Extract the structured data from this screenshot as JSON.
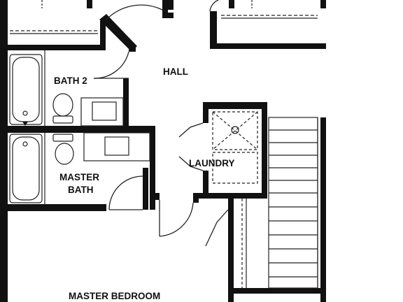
{
  "rooms": {
    "hall": "HALL",
    "bath2": "BATH 2",
    "laundry": "LAUNDRY",
    "master_bath_line1": "MASTER",
    "master_bath_line2": "BATH",
    "master_bedroom": "MASTER BEDROOM"
  },
  "colors": {
    "wall": "#111111",
    "fixture_line": "#222222",
    "background": "#ffffff"
  }
}
